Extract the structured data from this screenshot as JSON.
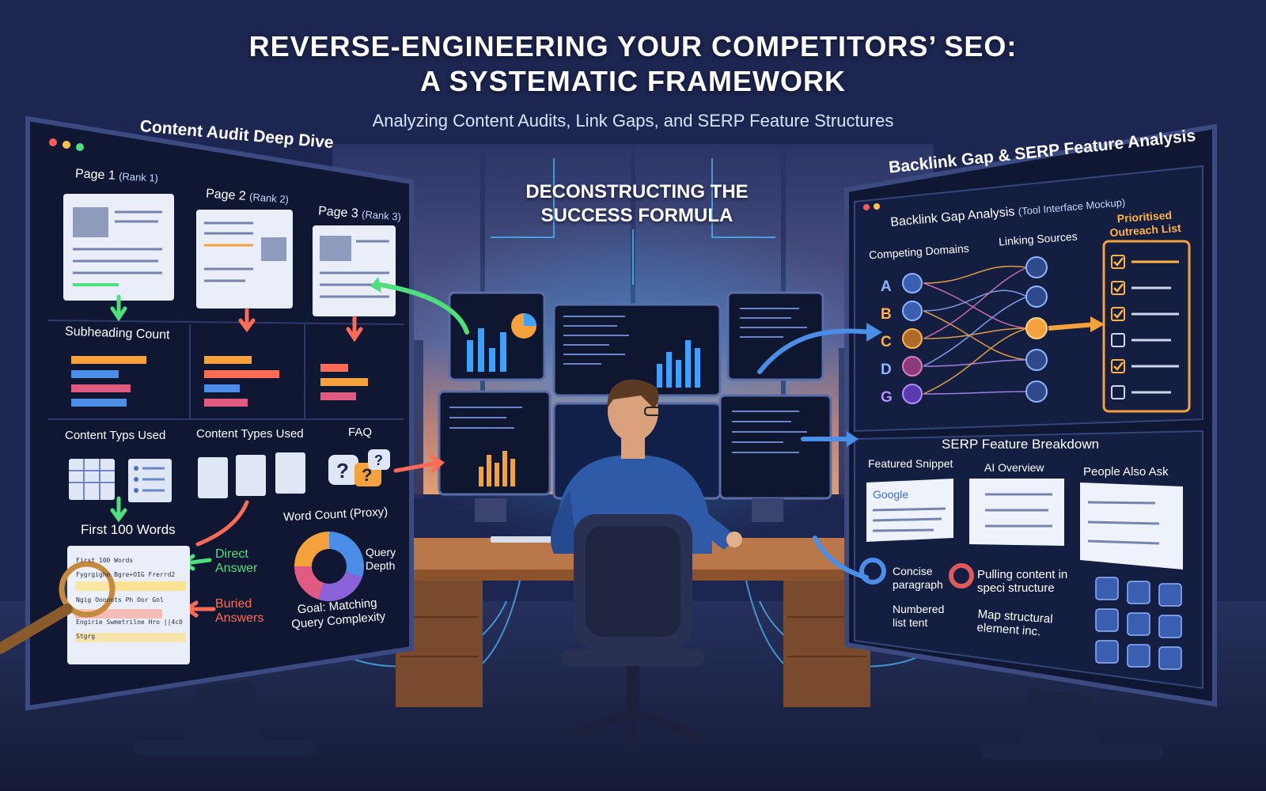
{
  "header": {
    "title_line1": "REVERSE-ENGINEERING YOUR COMPETITORS’ SEO:",
    "title_line2": "A SYSTEMATIC FRAMEWORK",
    "subtitle": "Analyzing Content Audits, Link Gaps, and SERP Feature Structures"
  },
  "center": {
    "title_line1": "DECONSTRUCTING THE",
    "title_line2": "SUCCESS FORMULA"
  },
  "left_panel": {
    "title": "Content Audit Deep Dive",
    "pages": [
      {
        "label": "Page 1",
        "rank": "(Rank 1)"
      },
      {
        "label": "Page 2",
        "rank": "(Rank 2)"
      },
      {
        "label": "Page 3",
        "rank": "(Rank 3)"
      }
    ],
    "subheading_count": "Subheading Count",
    "content_types_1": "Content Typs Used",
    "content_types_2": "Content Types Used",
    "faq": "FAQ",
    "first_100_words": "First 100 Words",
    "doc_lines": [
      "First 100 Words",
      "Fygrgighe Bgre+OIG Frerrd2",
      "Ngig Ooooots Ph Oor Gnl",
      "Engirie Swmetrilne Hro ||4c0 Stgrg"
    ],
    "direct_answer": "Direct Answer",
    "buried_answers": "Buried Answers",
    "word_count": "Word Count (Proxy)",
    "query_depth": "Query Depth",
    "goal": "Goal: Matching Query Complexity",
    "donut": [
      {
        "value": 30,
        "color": "#4a8ee8"
      },
      {
        "value": 25,
        "color": "#8b62d9"
      },
      {
        "value": 20,
        "color": "#e05a82"
      },
      {
        "value": 25,
        "color": "#f5a23c"
      }
    ]
  },
  "right_panel": {
    "title": "Backlink Gap & SERP Feature Analysis",
    "tool_title": "Backlink Gap Analysis",
    "tool_sub": "(Tool Interface Mockup)",
    "competing_domains": "Competing Domains",
    "linking_sources": "Linking Sources",
    "prioritised": "Prioritised Outreach List",
    "domains": [
      "A",
      "B",
      "C",
      "D",
      "G"
    ],
    "checklist": [
      true,
      true,
      true,
      false,
      true,
      false
    ],
    "serp_title": "SERP Feature Breakdown",
    "featured_snippet": "Featured Snippet",
    "ai_overview": "AI Overview",
    "people_also_ask": "People Also Ask",
    "google": "Google",
    "concise": "Concise paragraph",
    "pulling": "Pulling content in speci structure",
    "numbered": "Numbered list tent",
    "map": "Map structural element inc."
  },
  "colors": {
    "background": "#1b2447",
    "panel": "#131c38",
    "accent_blue": "#3aa0ff",
    "green": "#4ee07a",
    "red": "#ff6b55",
    "orange": "#ffb347"
  }
}
